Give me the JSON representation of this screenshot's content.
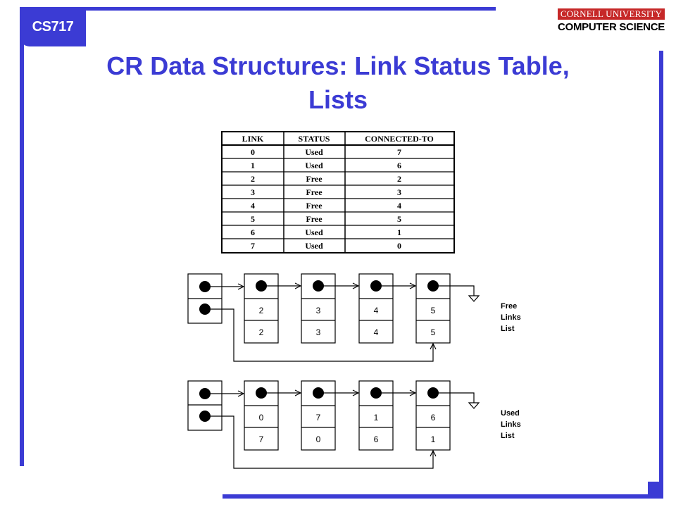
{
  "header": {
    "course_badge": "CS717",
    "university_line": "CORNELL UNIVERSITY",
    "department_line": "COMPUTER SCIENCE"
  },
  "title": {
    "line1": "CR Data Structures: Link Status Table,",
    "line2": "Lists"
  },
  "table": {
    "headers": [
      "LINK",
      "STATUS",
      "CONNECTED-TO"
    ],
    "rows": [
      [
        "0",
        "Used",
        "7"
      ],
      [
        "1",
        "Used",
        "6"
      ],
      [
        "2",
        "Free",
        "2"
      ],
      [
        "3",
        "Free",
        "3"
      ],
      [
        "4",
        "Free",
        "4"
      ],
      [
        "5",
        "Free",
        "5"
      ],
      [
        "6",
        "Used",
        "1"
      ],
      [
        "7",
        "Used",
        "0"
      ]
    ]
  },
  "free_list": {
    "label_lines": [
      "Free",
      "Links",
      "List"
    ],
    "nodes": [
      {
        "top": "2",
        "bottom": "2"
      },
      {
        "top": "3",
        "bottom": "3"
      },
      {
        "top": "4",
        "bottom": "4"
      },
      {
        "top": "5",
        "bottom": "5"
      }
    ]
  },
  "used_list": {
    "label_lines": [
      "Used",
      "Links",
      "List"
    ],
    "nodes": [
      {
        "top": "0",
        "bottom": "7"
      },
      {
        "top": "7",
        "bottom": "0"
      },
      {
        "top": "1",
        "bottom": "6"
      },
      {
        "top": "6",
        "bottom": "1"
      }
    ]
  },
  "colors": {
    "frame_blue": "#3b3bd4",
    "cornell_red": "#c62828"
  }
}
